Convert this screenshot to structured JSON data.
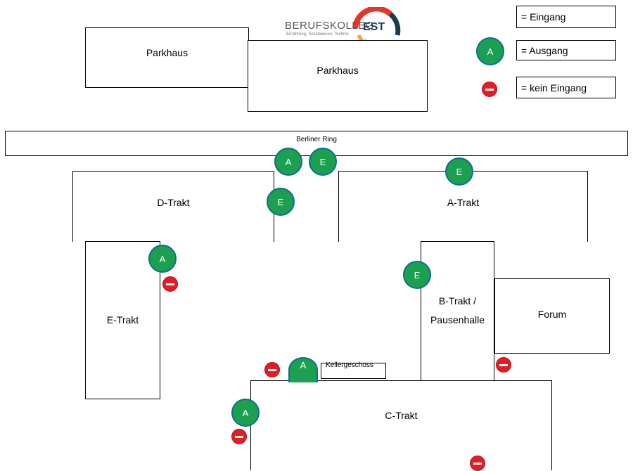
{
  "logo": {
    "name": "BERUFSKOLLEG",
    "abbr": "EST",
    "tagline": "Ernährung, Sozialwesen, Technik",
    "colors": {
      "red": "#e8352a",
      "green": "#1e8c46",
      "navy": "#1c3a4e",
      "orange": "#f2a33a"
    }
  },
  "buildings": {
    "parkhaus_1": "Parkhaus",
    "parkhaus_2": "Parkhaus",
    "street": "Berliner Ring",
    "d_trakt": "D-Trakt",
    "a_trakt": "A-Trakt",
    "e_trakt": "E-Trakt",
    "b_trakt_line1": "B-Trakt /",
    "b_trakt_line2": "Pausenhalle",
    "forum": "Forum",
    "kellergeschoss": "Kellergeschoss",
    "c_trakt": "C-Trakt"
  },
  "markers": {
    "exit": "A",
    "entrance": "E"
  },
  "legend": {
    "entrance_label": "= Eingang",
    "exit_label": "= Ausgang",
    "no_entry_label": "= kein Eingang"
  },
  "colors": {
    "marker_green": "#1aa050",
    "marker_border": "#0f6e8c",
    "no_entry_red": "#e51c23"
  }
}
